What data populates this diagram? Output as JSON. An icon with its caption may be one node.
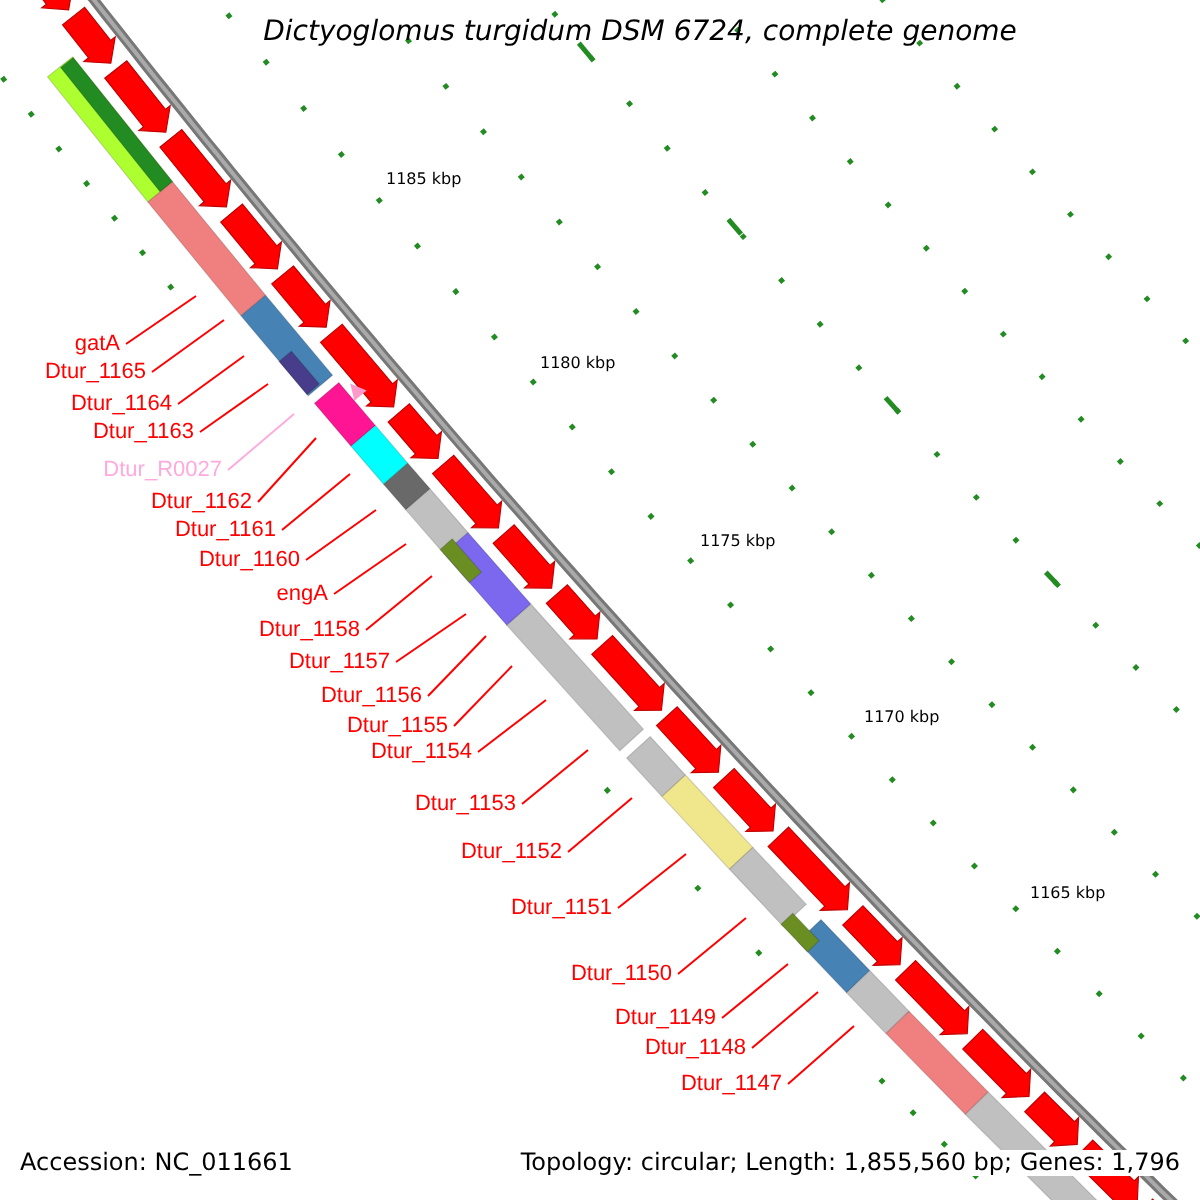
{
  "diagram": {
    "title": "Dictyoglomus turgidum DSM 6724, complete genome",
    "nodes": [
      {
        "text": [
          "gatA"
        ]
      },
      {
        "text": [
          "Dtur_1165"
        ]
      },
      {
        "text": [
          "Dtur_1164"
        ]
      },
      {
        "text": [
          "Dtur_1163"
        ]
      },
      {
        "text": [
          "Dtur_R0027"
        ]
      },
      {
        "text": [
          "Dtur_1162"
        ]
      },
      {
        "text": [
          "Dtur_1161"
        ]
      },
      {
        "text": [
          "Dtur_1160"
        ]
      },
      {
        "text": [
          "engA"
        ]
      },
      {
        "text": [
          "Dtur_1158"
        ]
      },
      {
        "text": [
          "Dtur_1157"
        ]
      },
      {
        "text": [
          "Dtur_1156"
        ]
      },
      {
        "text": [
          "Dtur_1155"
        ]
      },
      {
        "text": [
          "Dtur_1154"
        ]
      },
      {
        "text": [
          "Dtur_1153"
        ]
      },
      {
        "text": [
          "Dtur_1152"
        ]
      },
      {
        "text": [
          "Dtur_1151"
        ]
      },
      {
        "text": [
          "Dtur_1150"
        ]
      },
      {
        "text": [
          "Dtur_1149"
        ]
      },
      {
        "text": [
          "Dtur_1148"
        ]
      },
      {
        "text": [
          "Dtur_1147"
        ]
      }
    ],
    "edges": [
      {
        "from": 0,
        "to": null,
        "arrow": "none"
      },
      {
        "from": 1,
        "to": null,
        "arrow": "none"
      },
      {
        "from": 2,
        "to": null,
        "arrow": "none"
      },
      {
        "from": 3,
        "to": null,
        "arrow": "none"
      },
      {
        "from": 4,
        "to": null,
        "arrow": "none",
        "color": "#ffaadd"
      },
      {
        "from": 5,
        "to": null,
        "arrow": "none"
      },
      {
        "from": 6,
        "to": null,
        "arrow": "none"
      },
      {
        "from": 7,
        "to": null,
        "arrow": "none"
      },
      {
        "from": 8,
        "to": null,
        "arrow": "none"
      },
      {
        "from": 9,
        "to": null,
        "arrow": "none"
      },
      {
        "from": 10,
        "to": null,
        "arrow": "none"
      },
      {
        "from": 11,
        "to": null,
        "arrow": "none"
      },
      {
        "from": 12,
        "to": null,
        "arrow": "none"
      },
      {
        "from": 13,
        "to": null,
        "arrow": "none"
      },
      {
        "from": 14,
        "to": null,
        "arrow": "none"
      },
      {
        "from": 15,
        "to": null,
        "arrow": "none"
      },
      {
        "from": 16,
        "to": null,
        "arrow": "none"
      },
      {
        "from": 17,
        "to": null,
        "arrow": "none"
      },
      {
        "from": 18,
        "to": null,
        "arrow": "none"
      },
      {
        "from": 19,
        "to": null,
        "arrow": "none"
      },
      {
        "from": 20,
        "to": null,
        "arrow": "none"
      }
    ],
    "labels": [
      "1185 kbp",
      "1180 kbp",
      "1175 kbp",
      "1170 kbp",
      "1165 kbp",
      "Accession: NC_011661",
      "Topology: circular; Length: 1,855,560 bp; Genes: 1,796"
    ]
  }
}
